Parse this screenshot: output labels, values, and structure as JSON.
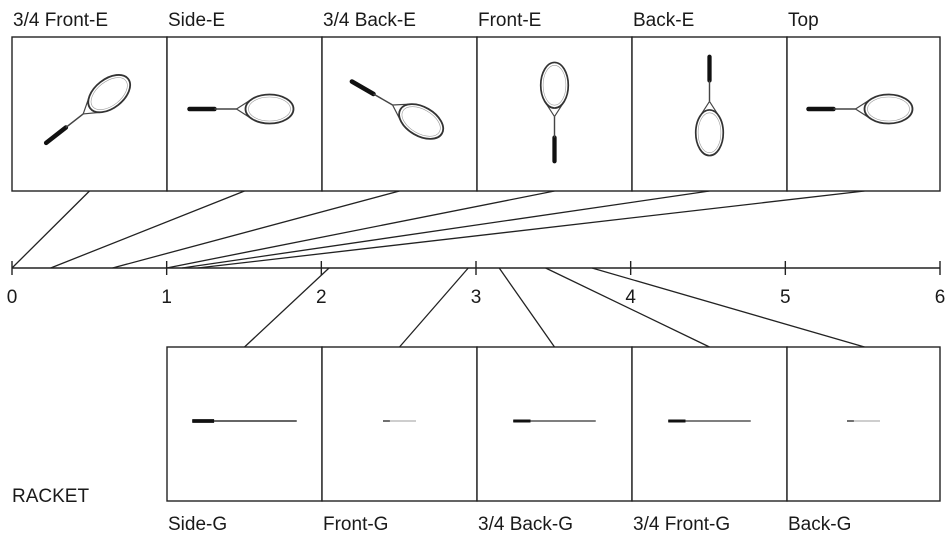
{
  "object_label": "RACKET",
  "axis": {
    "min": 0,
    "max": 6,
    "ticks": [
      "0",
      "1",
      "2",
      "3",
      "4",
      "5",
      "6"
    ]
  },
  "top_views": [
    {
      "label": "3/4 Front-E",
      "view": "three-quarter-front",
      "axis_value": 0.0
    },
    {
      "label": "Side-E",
      "view": "side",
      "axis_value": 0.25
    },
    {
      "label": "3/4 Back-E",
      "view": "three-quarter-back",
      "axis_value": 0.65
    },
    {
      "label": "Front-E",
      "view": "front",
      "axis_value": 1.0
    },
    {
      "label": "Back-E",
      "view": "back",
      "axis_value": 1.1
    },
    {
      "label": "Top",
      "view": "top",
      "axis_value": 1.2
    }
  ],
  "bottom_views": [
    {
      "label": "Side-G",
      "view": "side-edge",
      "axis_value": 2.05
    },
    {
      "label": "Front-G",
      "view": "front-edge",
      "axis_value": 2.95
    },
    {
      "label": "3/4 Back-G",
      "view": "three-quarter-back-edge",
      "axis_value": 3.15
    },
    {
      "label": "3/4 Front-G",
      "view": "three-quarter-front-edge",
      "axis_value": 3.45
    },
    {
      "label": "Back-G",
      "view": "back-edge",
      "axis_value": 3.75
    }
  ],
  "colors": {
    "ink": "#222222",
    "background": "#ffffff"
  }
}
